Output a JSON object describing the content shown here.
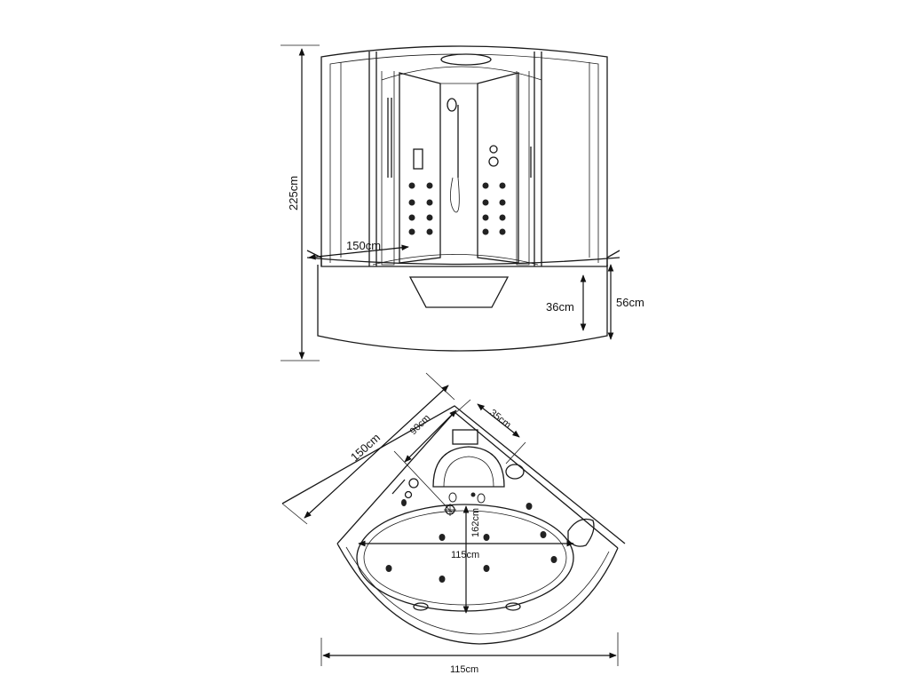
{
  "elevation": {
    "height_label": "225cm",
    "width_label": "150cm",
    "tub_inner_label": "36cm",
    "tub_outer_label": "56cm"
  },
  "plan": {
    "side_label": "150cm",
    "wall_label": "90cm",
    "seat_label": "35cm",
    "depth_label": "162cm",
    "inner_width_label": "115cm",
    "overall_width_label": "115cm"
  },
  "colors": {
    "line": "#1a1a1a",
    "background": "#ffffff"
  }
}
